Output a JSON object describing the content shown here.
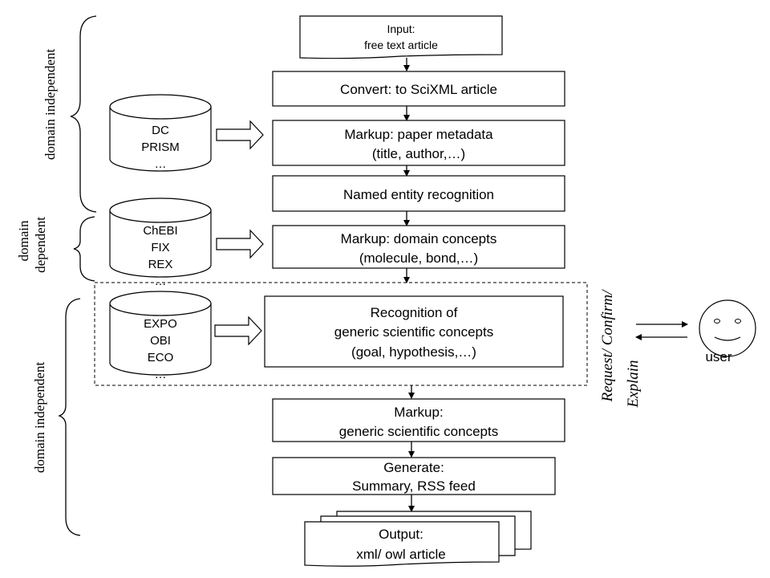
{
  "left_labels": {
    "domain_independent_top": "domain independent",
    "domain_dependent_line1": "domain",
    "domain_dependent_line2": "dependent",
    "domain_independent_bottom": "domain independent"
  },
  "flow": {
    "input": {
      "line1": "Input:",
      "line2": "free text article"
    },
    "convert": "Convert: to SciXML article",
    "markup_metadata": {
      "line1": "Markup: paper metadata",
      "line2": "(title, author,…)"
    },
    "ner": "Named entity recognition",
    "markup_domain": {
      "line1": "Markup: domain concepts",
      "line2": "(molecule, bond,…)"
    },
    "recognition": {
      "line1": "Recognition of",
      "line2": "generic scientific concepts",
      "line3": "(goal, hypothesis,…)"
    },
    "markup_generic": {
      "line1": "Markup:",
      "line2": "generic scientific concepts"
    },
    "generate": {
      "line1": "Generate:",
      "line2": "Summary, RSS feed"
    },
    "output": {
      "line1": "Output:",
      "line2": "xml/ owl article"
    }
  },
  "databases": {
    "metadata_db": {
      "lines": [
        "DC",
        "PRISM",
        "…"
      ]
    },
    "domain_db": {
      "lines": [
        "ChEBI",
        "FIX",
        "REX",
        "…"
      ]
    },
    "generic_db": {
      "lines": [
        "EXPO",
        "OBI",
        "ECO",
        "…"
      ]
    }
  },
  "interaction": {
    "line1": "Request/ Confirm/",
    "line2": "Explain",
    "user_label": "user"
  }
}
